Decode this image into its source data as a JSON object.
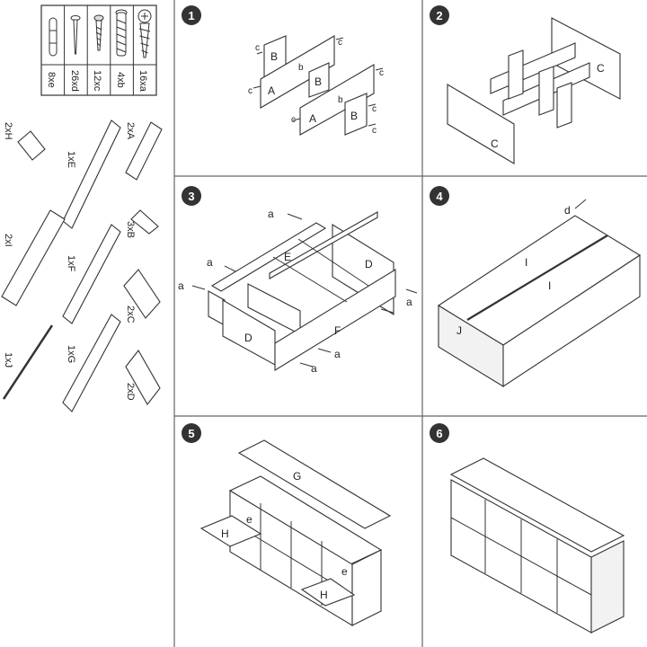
{
  "hardware": [
    {
      "icon": "dowel-icon",
      "label": "8xe"
    },
    {
      "icon": "nail-icon",
      "label": "26xd"
    },
    {
      "icon": "small-screw-icon",
      "label": "12xc"
    },
    {
      "icon": "cam-bolt-icon",
      "label": "4xb"
    },
    {
      "icon": "wood-screw-icon",
      "label": "16xa"
    }
  ],
  "parts": [
    {
      "id": "H",
      "label": "2xH"
    },
    {
      "id": "E",
      "label": "1xE"
    },
    {
      "id": "A",
      "label": "2xA"
    },
    {
      "id": "I",
      "label": "2xI"
    },
    {
      "id": "F",
      "label": "1xF"
    },
    {
      "id": "B",
      "label": "3xB"
    },
    {
      "id": "C",
      "label": "2xC"
    },
    {
      "id": "J",
      "label": "1xJ"
    },
    {
      "id": "G",
      "label": "1xG"
    },
    {
      "id": "D",
      "label": "2xD"
    }
  ],
  "steps": [
    {
      "number": "1",
      "labels": [
        "B",
        "A",
        "B",
        "A",
        "B",
        "c",
        "c",
        "c",
        "c",
        "b",
        "b",
        "c",
        "c",
        "c"
      ]
    },
    {
      "number": "2",
      "labels": [
        "C",
        "C"
      ]
    },
    {
      "number": "3",
      "labels": [
        "E",
        "D",
        "D",
        "F",
        "a",
        "a",
        "a",
        "a",
        "a",
        "a"
      ]
    },
    {
      "number": "4",
      "labels": [
        "I",
        "I",
        "J",
        "d"
      ]
    },
    {
      "number": "5",
      "labels": [
        "G",
        "H",
        "H",
        "e",
        "e"
      ]
    },
    {
      "number": "6",
      "labels": []
    }
  ]
}
